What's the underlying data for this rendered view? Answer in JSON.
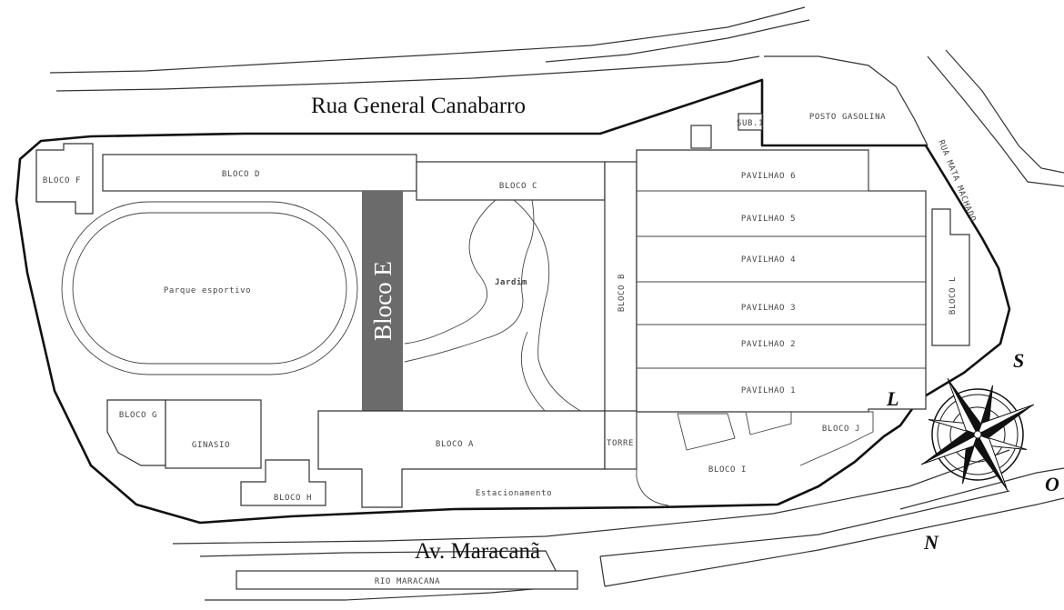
{
  "streets": {
    "north": "Rua General Canabarro",
    "south": "Av. Maracanã",
    "northeast": "RUA MATA MACHADO"
  },
  "river": "RIO MARACANA",
  "buildings": {
    "bloco_f": "BLOCO F",
    "bloco_d": "BLOCO D",
    "bloco_c": "BLOCO C",
    "bloco_b": "BLOCO B",
    "bloco_e": "Bloco E",
    "bloco_a": "BLOCO A",
    "bloco_g": "BLOCO G",
    "ginasio": "GINASIO",
    "bloco_h": "BLOCO H",
    "torre": "TORRE",
    "bloco_i": "BLOCO I",
    "bloco_j": "BLOCO J",
    "bloco_l": "BLOCO L",
    "sub1": "SUB.1",
    "posto": "POSTO GASOLINA",
    "pavilhoes": [
      "PAVILHAO 6",
      "PAVILHAO 5",
      "PAVILHAO 4",
      "PAVILHAO 3",
      "PAVILHAO 2",
      "PAVILHAO 1"
    ]
  },
  "areas": {
    "parque": "Parque esportivo",
    "jardim": "Jardim",
    "estacionamento": "Estacionamento"
  },
  "compass": {
    "north": "N",
    "south": "S",
    "east": "L",
    "west": "O"
  },
  "colors": {
    "bloco_e": "#6b6b6b",
    "lines": "#333333"
  }
}
